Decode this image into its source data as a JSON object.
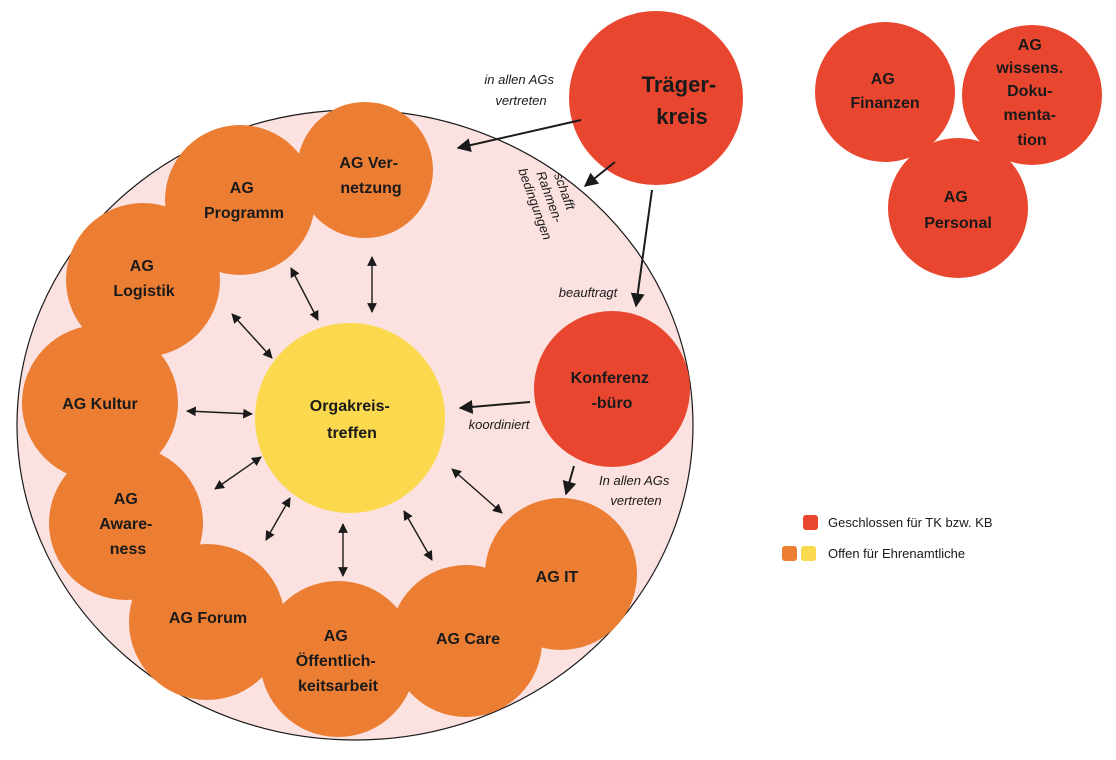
{
  "colors": {
    "closed": "#e9462f",
    "open_orange": "#ec7e34",
    "open_yellow": "#fbd94f",
    "background_circle": "#fbe1df"
  },
  "nodes": {
    "traegerkreis": [
      "Träger-",
      "kreis"
    ],
    "ag_finanzen": [
      "AG",
      "Finanzen"
    ],
    "ag_wissens_doku": [
      "AG",
      "wissens.",
      "Doku-",
      "menta-",
      "tion"
    ],
    "ag_personal": [
      "AG",
      "Personal"
    ],
    "konferenzbuero": [
      "Konferenz",
      "-büro"
    ],
    "orgakreistreffen": [
      "Orgakreis-",
      "treffen"
    ],
    "ag_vernetzung": [
      "AG Ver-",
      "netzung"
    ],
    "ag_programm": [
      "AG",
      "Programm"
    ],
    "ag_logistik": [
      "AG",
      "Logistik"
    ],
    "ag_kultur": [
      "AG Kultur"
    ],
    "ag_awareness": [
      "AG",
      "Aware-",
      "ness"
    ],
    "ag_forum": [
      "AG Forum"
    ],
    "ag_oeffentlichkeitsarbeit": [
      "AG",
      "Öffentlich-",
      "keitsarbeit"
    ],
    "ag_care": [
      "AG Care"
    ],
    "ag_it": [
      "AG IT"
    ]
  },
  "edge_labels": {
    "in_allen_ags_top": [
      "in allen AGs",
      "vertreten"
    ],
    "schafft_rahmenbedingungen": [
      "schafft",
      "Rahmen-",
      "bedingungen"
    ],
    "beauftragt": "beauftragt",
    "koordiniert": "koordiniert",
    "in_allen_ags_bottom": [
      "In allen AGs",
      "vertreten"
    ]
  },
  "legend": {
    "closed_label": "Geschlossen für TK bzw. KB",
    "open_label": "Offen für Ehrenamtliche"
  }
}
